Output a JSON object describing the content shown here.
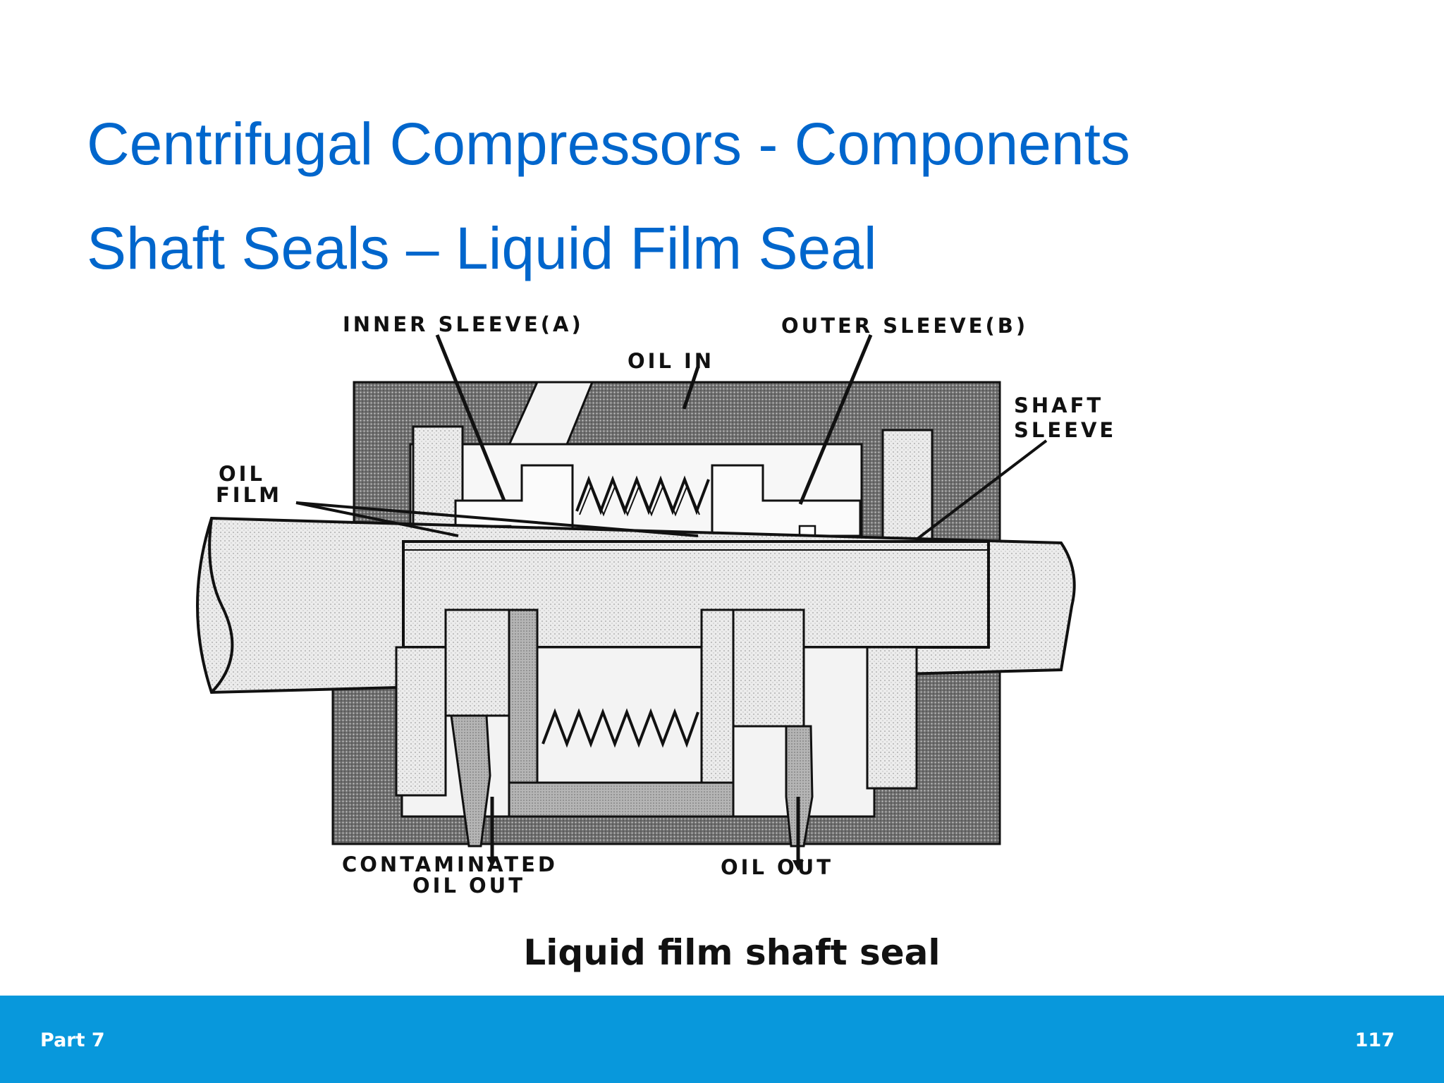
{
  "slide": {
    "title": "Centrifugal Compressors - Components",
    "subtitle": "Shaft Seals – Liquid Film Seal",
    "caption": "Liquid film shaft seal"
  },
  "diagram": {
    "labels": {
      "inner_sleeve": "INNER  SLEEVE(A)",
      "outer_sleeve": "OUTER  SLEEVE(B)",
      "oil_in": "OIL  IN",
      "shaft_sleeve_line1": "SHAFT",
      "shaft_sleeve_line2": "SLEEVE",
      "oil_film_line1": "OIL",
      "oil_film_line2": "FILM",
      "contaminated_line1": "CONTAMINATED",
      "contaminated_line2": "OIL  OUT",
      "oil_out": "OIL OUT"
    }
  },
  "footer": {
    "left": "Part 7",
    "right": "117",
    "color": "#0898dc"
  },
  "colors": {
    "title": "#0066cc"
  }
}
